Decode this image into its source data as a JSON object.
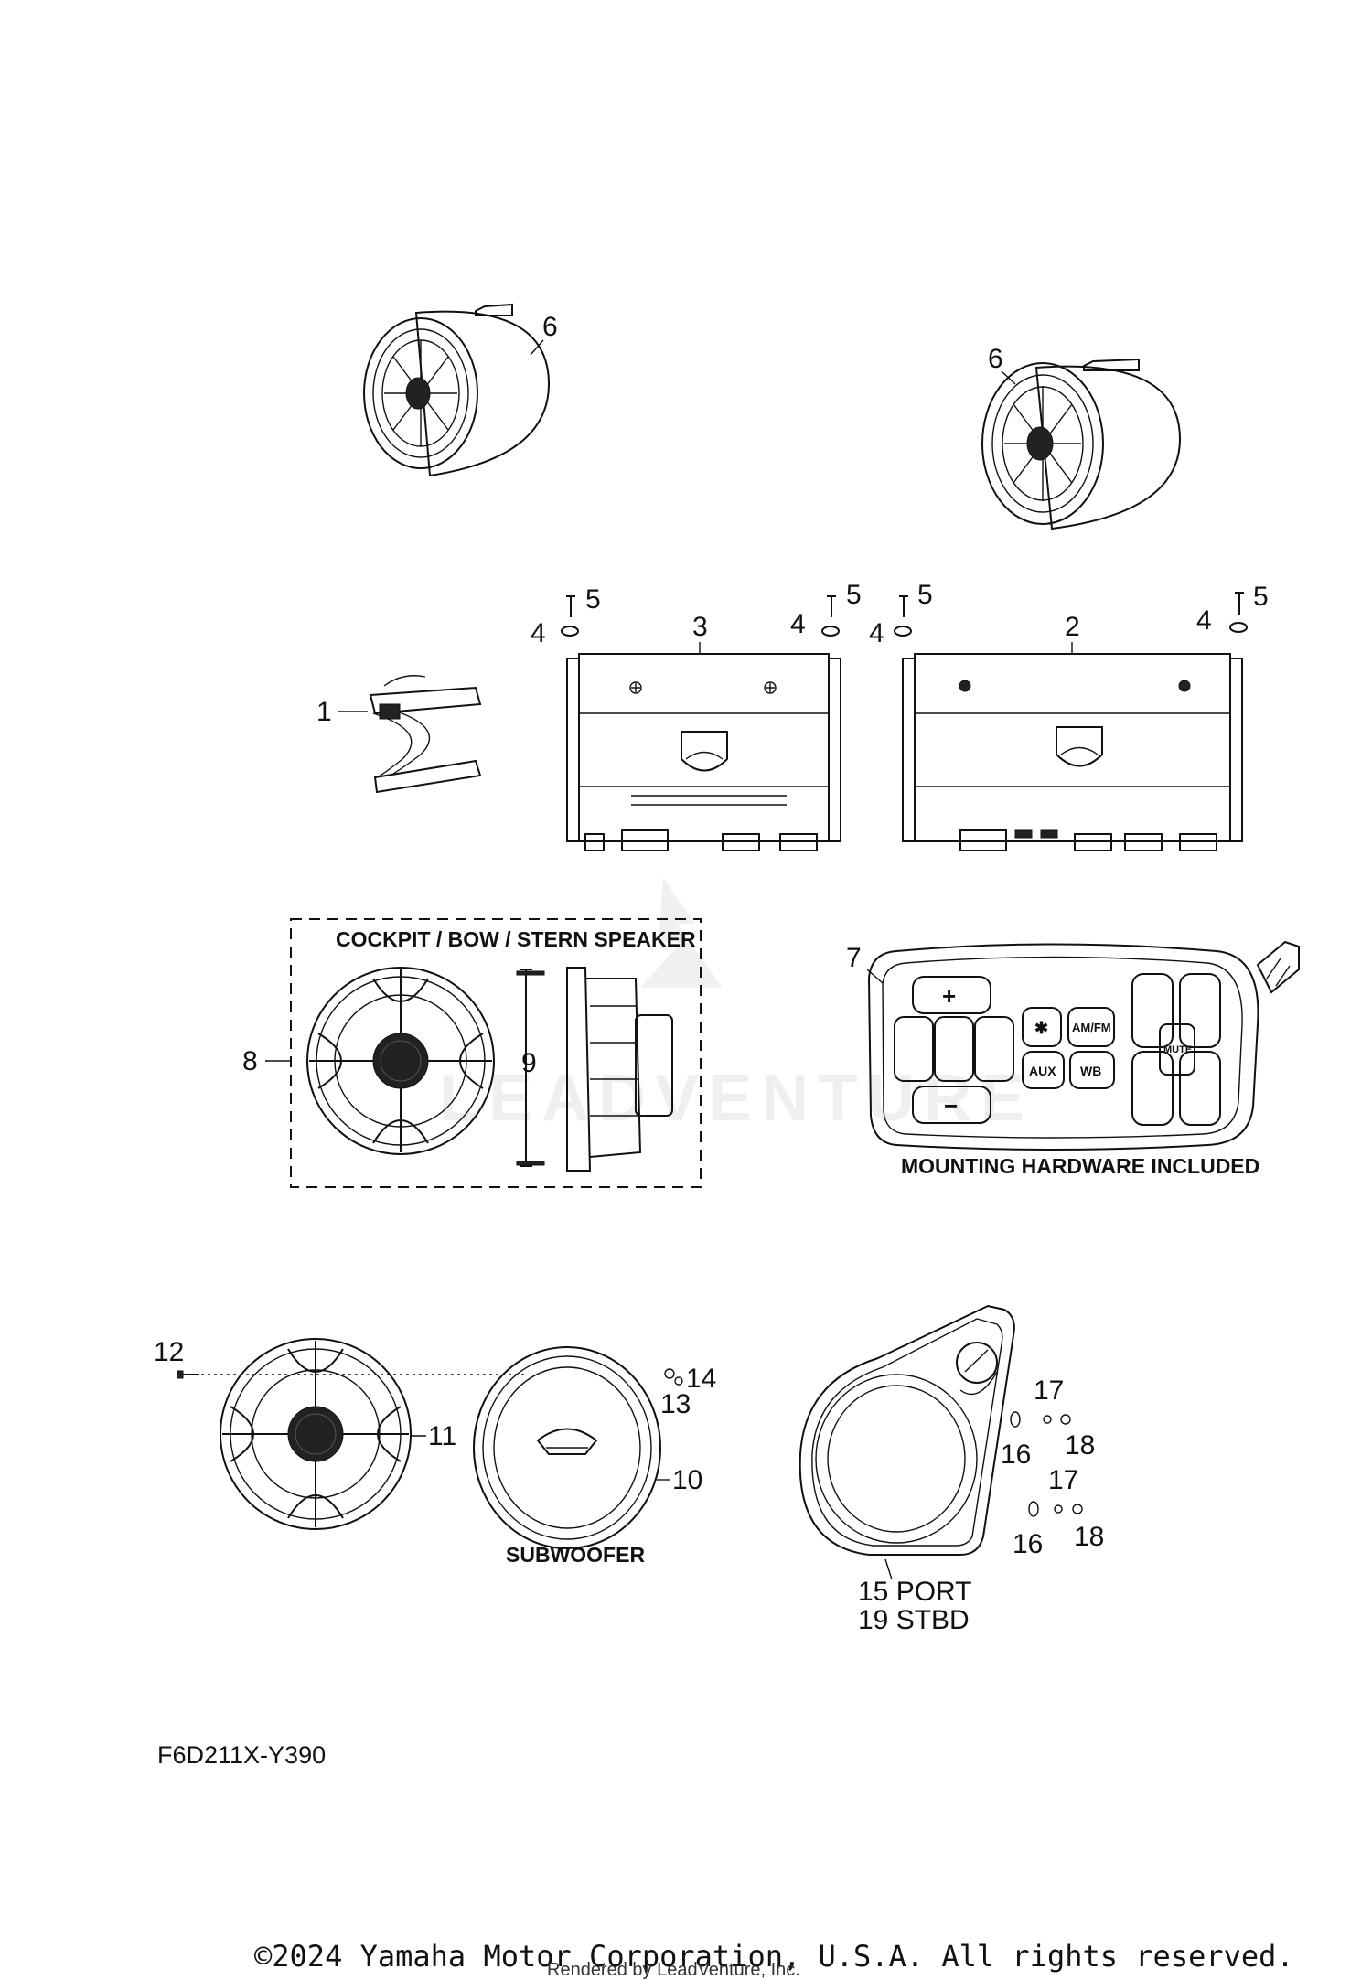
{
  "callouts": {
    "n1": "1",
    "n2": "2",
    "n3": "3",
    "n4a": "4",
    "n4b": "4",
    "n4c": "4",
    "n4d": "4",
    "n5a": "5",
    "n5b": "5",
    "n5c": "5",
    "n5d": "5",
    "n6a": "6",
    "n6b": "6",
    "n7": "7",
    "n8": "8",
    "n9": "9",
    "n10": "10",
    "n11": "11",
    "n12": "12",
    "n13": "13",
    "n14": "14",
    "n16a": "16",
    "n16b": "16",
    "n17a": "17",
    "n17b": "17",
    "n18a": "18",
    "n18b": "18",
    "n15": "15 PORT",
    "n19": "19 STBD"
  },
  "captions": {
    "cockpit": "COCKPIT / BOW / STERN SPEAKER",
    "mounting": "MOUNTING HARDWARE INCLUDED",
    "subwoofer": "SUBWOOFER"
  },
  "remote_buttons": {
    "aux": "AUX",
    "wb": "WB",
    "am_fm": "AM/FM",
    "mute": "MUTE"
  },
  "diagram_code": "F6D211X-Y390",
  "copyright": "©2024 Yamaha Motor Corporation, U.S.A. All rights reserved.",
  "rendered_by": "Rendered by LeadVenture, Inc.",
  "watermark": "LEADVENTURE"
}
